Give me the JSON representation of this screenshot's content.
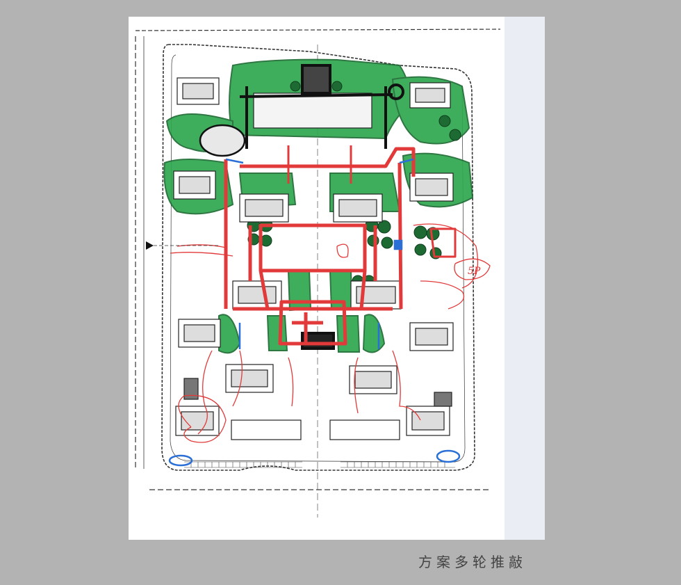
{
  "caption": "方案多轮推敲",
  "colors": {
    "background": "#b3b3b3",
    "sheet": "#ffffff",
    "ink": "#222222",
    "green_marker": "#2fa84f",
    "dark_green": "#1d6b32",
    "red_marker": "#e23a3a",
    "blue_marker": "#2a6fd6"
  },
  "sketch_annotations": [
    {
      "name": "entry-arrow",
      "icon": "arrow-right-icon"
    },
    {
      "name": "scribble-note",
      "text": "5P"
    }
  ]
}
